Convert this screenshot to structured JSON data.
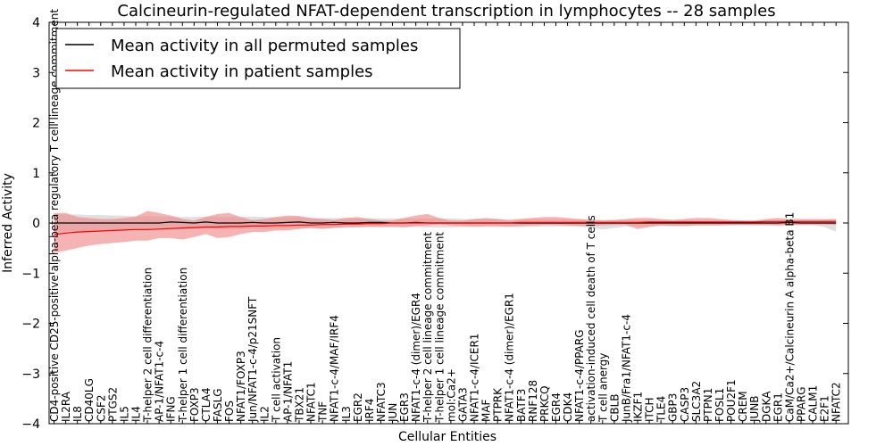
{
  "chart_data": {
    "type": "line",
    "title": "Calcineurin-regulated NFAT-dependent transcription in lymphocytes -- 28 samples",
    "xlabel": "Cellular Entities",
    "ylabel": "Inferred Activity",
    "ylim": [
      -4,
      4
    ],
    "yticks": [
      "4",
      "3",
      "2",
      "1",
      "0",
      "−1",
      "−2",
      "−3",
      "−4"
    ],
    "grid": false,
    "legend_position": "upper-left",
    "categories": [
      "CD4-positive CD25-positive alpha-beta regulatory T cell lineage commitment",
      "IL2RA",
      "IL8",
      "CD40LG",
      "CSF2",
      "PTGS2",
      "IL5",
      "IL4",
      "T-helper 2 cell differentiation",
      "AP-1/NFAT1-c-4",
      "IFNG",
      "T-helper 1 cell differentiation",
      "FOXP3",
      "CTLA4",
      "FASLG",
      "FOS",
      "NFAT1/FOXP3",
      "Jun/NFAT1-c-4/p21SNFT",
      "IL2",
      "T cell activation",
      "AP-1/NFAT1",
      "TBX21",
      "NFATC1",
      "TNF",
      "NFAT1-c-4/MAF/IRF4",
      "IL3",
      "EGR2",
      "IRF4",
      "NFATC3",
      "JUN",
      "EGR3",
      "NFAT1-c-4 (dimer)/EGR4",
      "T-helper 2 cell lineage commitment",
      "T-helper 1 cell lineage commitment",
      "mol:Ca2+",
      "GATA3",
      "NFAT1-c-4/ICER1",
      "MAF",
      "PTPRK",
      "NFAT1-c-4 (dimer)/EGR1",
      "BATF3",
      "RNF128",
      "PRKCQ",
      "EGR4",
      "CDK4",
      "NFAT1-c-4/PPARG",
      "activation-induced cell death of T cells",
      "T cell anergy",
      "CBLB",
      "JunB/Fra1/NFAT1-c-4",
      "IKZF1",
      "ITCH",
      "TLE4",
      "GBP3",
      "CASP3",
      "SLC3A2",
      "PTPN1",
      "FOSL1",
      "POU2F1",
      "CREM",
      "JUNB",
      "DGKA",
      "EGR1",
      "CaM/Ca2+/Calcineurin A alpha-beta B1",
      "PPARG",
      "CALM1",
      "E2F1",
      "NFATC2"
    ],
    "series": [
      {
        "name": "Mean activity in all permuted samples",
        "color": "#000000",
        "values": [
          0,
          0,
          0,
          0,
          0,
          0,
          0,
          0,
          0,
          0,
          0.02,
          0.01,
          0,
          0.02,
          0,
          0,
          0,
          0.01,
          0,
          0,
          0.01,
          0.02,
          0,
          0,
          0.01,
          0,
          0,
          0.01,
          0.01,
          0,
          0,
          0.01,
          0,
          0,
          0,
          0,
          0,
          0,
          0,
          0,
          0,
          0,
          0,
          0,
          0,
          0,
          0,
          0,
          0,
          0,
          0,
          0,
          0,
          0,
          0,
          0,
          0,
          0,
          0,
          0,
          0,
          0,
          0,
          0.01,
          0,
          0,
          0,
          0
        ],
        "band": {
          "color": "#d3d3d3",
          "upper": [
            0.17,
            0.17,
            0.17,
            0.16,
            0.16,
            0.15,
            0.15,
            0.13,
            0.14,
            0.13,
            0.13,
            0.12,
            0.12,
            0.13,
            0.12,
            0.12,
            0.12,
            0.13,
            0.12,
            0.11,
            0.11,
            0.12,
            0.1,
            0.1,
            0.1,
            0.1,
            0.09,
            0.1,
            0.09,
            0.09,
            0.09,
            0.09,
            0.09,
            0.09,
            0.09,
            0.08,
            0.08,
            0.08,
            0.08,
            0.08,
            0.08,
            0.08,
            0.07,
            0.07,
            0.07,
            0.07,
            0.07,
            0.06,
            0.06,
            0.06,
            0.06,
            0.06,
            0.06,
            0.06,
            0.06,
            0.05,
            0.05,
            0.05,
            0.05,
            0.05,
            0.05,
            0.05,
            0.05,
            0.05,
            0.05,
            0.05,
            0.06,
            0.07
          ],
          "lower": [
            -0.17,
            -0.17,
            -0.17,
            -0.16,
            -0.16,
            -0.15,
            -0.15,
            -0.13,
            -0.14,
            -0.13,
            -0.12,
            -0.12,
            -0.12,
            -0.11,
            -0.12,
            -0.12,
            -0.12,
            -0.11,
            -0.12,
            -0.11,
            -0.1,
            -0.1,
            -0.1,
            -0.1,
            -0.09,
            -0.1,
            -0.09,
            -0.09,
            -0.08,
            -0.09,
            -0.09,
            -0.08,
            -0.09,
            -0.09,
            -0.09,
            -0.08,
            -0.08,
            -0.08,
            -0.08,
            -0.08,
            -0.08,
            -0.08,
            -0.07,
            -0.07,
            -0.07,
            -0.07,
            -0.1,
            -0.13,
            -0.1,
            -0.07,
            -0.06,
            -0.06,
            -0.06,
            -0.06,
            -0.06,
            -0.05,
            -0.05,
            -0.05,
            -0.05,
            -0.05,
            -0.05,
            -0.05,
            -0.05,
            -0.04,
            -0.05,
            -0.05,
            -0.08,
            -0.17
          ]
        }
      },
      {
        "name": "Mean activity in patient samples",
        "color": "#ff0000",
        "values": [
          -0.23,
          -0.2,
          -0.18,
          -0.17,
          -0.16,
          -0.15,
          -0.14,
          -0.13,
          -0.13,
          -0.12,
          -0.11,
          -0.1,
          -0.09,
          -0.08,
          -0.08,
          -0.07,
          -0.07,
          -0.06,
          -0.06,
          -0.05,
          -0.05,
          -0.04,
          -0.04,
          -0.03,
          -0.03,
          -0.02,
          -0.02,
          -0.01,
          -0.01,
          0,
          0,
          0,
          0,
          0,
          0,
          0,
          0,
          0,
          0,
          0,
          0.01,
          0.01,
          0.01,
          0.01,
          0.01,
          0.01,
          0.01,
          0.01,
          0.01,
          0.01,
          0.01,
          0.02,
          0.02,
          0.02,
          0.02,
          0.02,
          0.02,
          0.02,
          0.02,
          0.02,
          0.02,
          0.03,
          0.03,
          0.03,
          0.03,
          0.03,
          0.03,
          0.03
        ],
        "band": {
          "color": "#f08080",
          "upper": [
            0.2,
            0.2,
            0.12,
            0.1,
            0.08,
            0.08,
            0.1,
            0.13,
            0.24,
            0.2,
            0.15,
            0.08,
            0.05,
            0.12,
            0.18,
            0.2,
            0.12,
            0.06,
            0.08,
            0.12,
            0.15,
            0.14,
            0.1,
            0.08,
            0.06,
            0.1,
            0.12,
            0.08,
            0.05,
            0.05,
            0.1,
            0.15,
            0.18,
            0.1,
            0.05,
            0.05,
            0.08,
            0.1,
            0.08,
            0.05,
            0.08,
            0.1,
            0.12,
            0.12,
            0.1,
            0.08,
            0.06,
            0.05,
            0.06,
            0.08,
            0.1,
            0.1,
            0.08,
            0.06,
            0.08,
            0.1,
            0.1,
            0.08,
            0.06,
            0.05,
            0.05,
            0.08,
            0.1,
            0.08,
            0.08,
            0.08,
            0.08,
            0.08
          ],
          "lower": [
            -0.6,
            -0.55,
            -0.5,
            -0.45,
            -0.42,
            -0.4,
            -0.38,
            -0.35,
            -0.35,
            -0.3,
            -0.3,
            -0.33,
            -0.28,
            -0.22,
            -0.3,
            -0.28,
            -0.22,
            -0.18,
            -0.18,
            -0.15,
            -0.15,
            -0.12,
            -0.1,
            -0.12,
            -0.1,
            -0.08,
            -0.08,
            -0.07,
            -0.08,
            -0.07,
            -0.08,
            -0.06,
            -0.05,
            -0.03,
            -0.05,
            -0.06,
            -0.07,
            -0.06,
            -0.06,
            -0.07,
            -0.06,
            -0.05,
            -0.04,
            -0.04,
            -0.05,
            -0.06,
            -0.06,
            -0.05,
            -0.04,
            -0.04,
            -0.12,
            -0.08,
            -0.05,
            -0.06,
            -0.06,
            -0.05,
            -0.05,
            -0.05,
            -0.04,
            -0.04,
            -0.04,
            -0.04,
            -0.05,
            -0.04,
            -0.03,
            -0.03,
            -0.03,
            -0.04
          ]
        }
      }
    ]
  }
}
